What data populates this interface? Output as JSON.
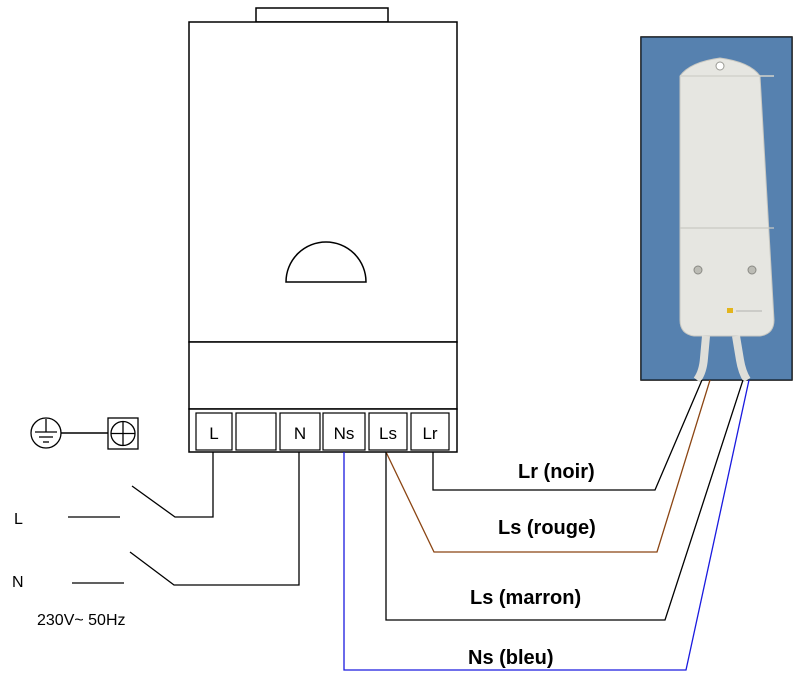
{
  "terminals": [
    {
      "id": "L",
      "label": "L"
    },
    {
      "id": "blank",
      "label": ""
    },
    {
      "id": "N",
      "label": "N"
    },
    {
      "id": "Ns",
      "label": "Ns"
    },
    {
      "id": "Ls",
      "label": "Ls"
    },
    {
      "id": "Lr",
      "label": "Lr"
    }
  ],
  "mains": {
    "line_label": "L",
    "neutral_label": "N",
    "rating": "230V~ 50Hz"
  },
  "wires": {
    "lr": {
      "label": "Lr (noir)",
      "color": "#000000"
    },
    "ls_rouge": {
      "label": "Ls (rouge)",
      "color": "#8B4513"
    },
    "ls_marron": {
      "label": "Ls (marron)",
      "color": "#000000"
    },
    "ns": {
      "label": "Ns (bleu)",
      "color": "#1a1adf"
    }
  },
  "ground_symbols": [
    "earth-ground",
    "protective-earth"
  ],
  "colors": {
    "line": "#000000",
    "photo_background": "#5d86b3",
    "module_body": "#e6e6e1"
  }
}
